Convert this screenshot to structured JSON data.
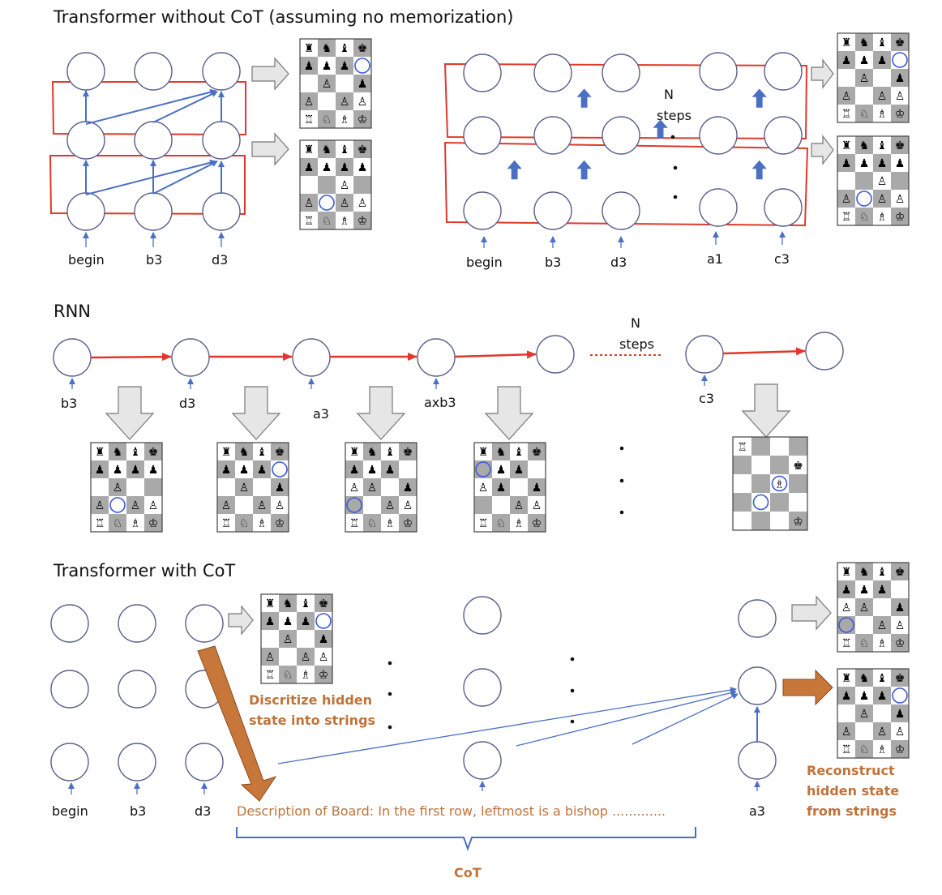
{
  "titles": {
    "no_cot": "Transformer without CoT (assuming no memorization)",
    "rnn": "RNN",
    "with_cot": "Transformer with CoT"
  },
  "labels": {
    "nocot_small": [
      "begin",
      "b3",
      "d3"
    ],
    "nocot_big": [
      "begin",
      "b3",
      "d3",
      "a1",
      "c3"
    ],
    "rnn": [
      "b3",
      "d3",
      "a3",
      "axb3",
      "c3"
    ],
    "cot_bottom": [
      "begin",
      "b3",
      "d3",
      "a3"
    ],
    "n_steps_1": "N",
    "n_steps_2": "steps",
    "rnn_n": "N",
    "rnn_steps": "steps"
  },
  "annotations": {
    "discretize": [
      "Discritize hidden",
      "state into strings"
    ],
    "reconstruct": [
      "Reconstruct",
      "hidden state",
      "from strings"
    ],
    "description": "Description of Board: In the first row, leftmost is a bishop .............",
    "cot": "CoT"
  },
  "colors": {
    "red": "#e0392b",
    "blue": "#4a6fc4",
    "orange": "#c0733a",
    "gray_arrow": "#e6e6e6"
  },
  "boards": {
    "b1": [
      "♜♞♝♚",
      "♟♟♟o",
      "_♙_♟",
      "♙_♙♙",
      "♖♘♗♔"
    ],
    "b2": [
      "♜♞♝♚",
      "♟♟♟♟",
      "__♙_",
      "♙o♙♙",
      "♖♘♗♔"
    ],
    "b3": [
      "♜♞♝♚",
      "♟♟♟o",
      "_♙_♟",
      "♙_♙♙",
      "♖♘♗♔"
    ],
    "b4": [
      "♜♞♝♚",
      "♟♟♟♟",
      "__♙_",
      "♙o♙♙",
      "♖♘♗♔"
    ],
    "r1": [
      "♜♞♝♚",
      "♟♟♟♟",
      "_♙__",
      "♙o♙♙",
      "♖♘♗♔"
    ],
    "r2": [
      "♜♞♝♚",
      "♟♟♟o",
      "_♙_♟",
      "♙_♙♙",
      "♖♘♗♔"
    ],
    "r3": [
      "♜♞♝♚",
      "♟♟♟_",
      "♙♙_♟",
      "o_♙♙",
      "♖♘♗♔"
    ],
    "r4": [
      "♜♞♝♚",
      "o♟♟_",
      "♙♟_♟",
      "__♙♙",
      "♖♘♗♔"
    ],
    "c1": [
      "♜♞♝♚",
      "♟♟♟o",
      "_♙_♟",
      "♙_♙♙",
      "♖♘♗♔"
    ],
    "c2": [
      "♜♞♝♚",
      "♟♟♟_",
      "♙♙_♟",
      "o_♙♙",
      "♖♘♗♔"
    ],
    "c3": [
      "♜♞♝♚",
      "♟♟♟o",
      "_♙_♟",
      "♙_♙♙",
      "♖♘♗♔"
    ]
  }
}
